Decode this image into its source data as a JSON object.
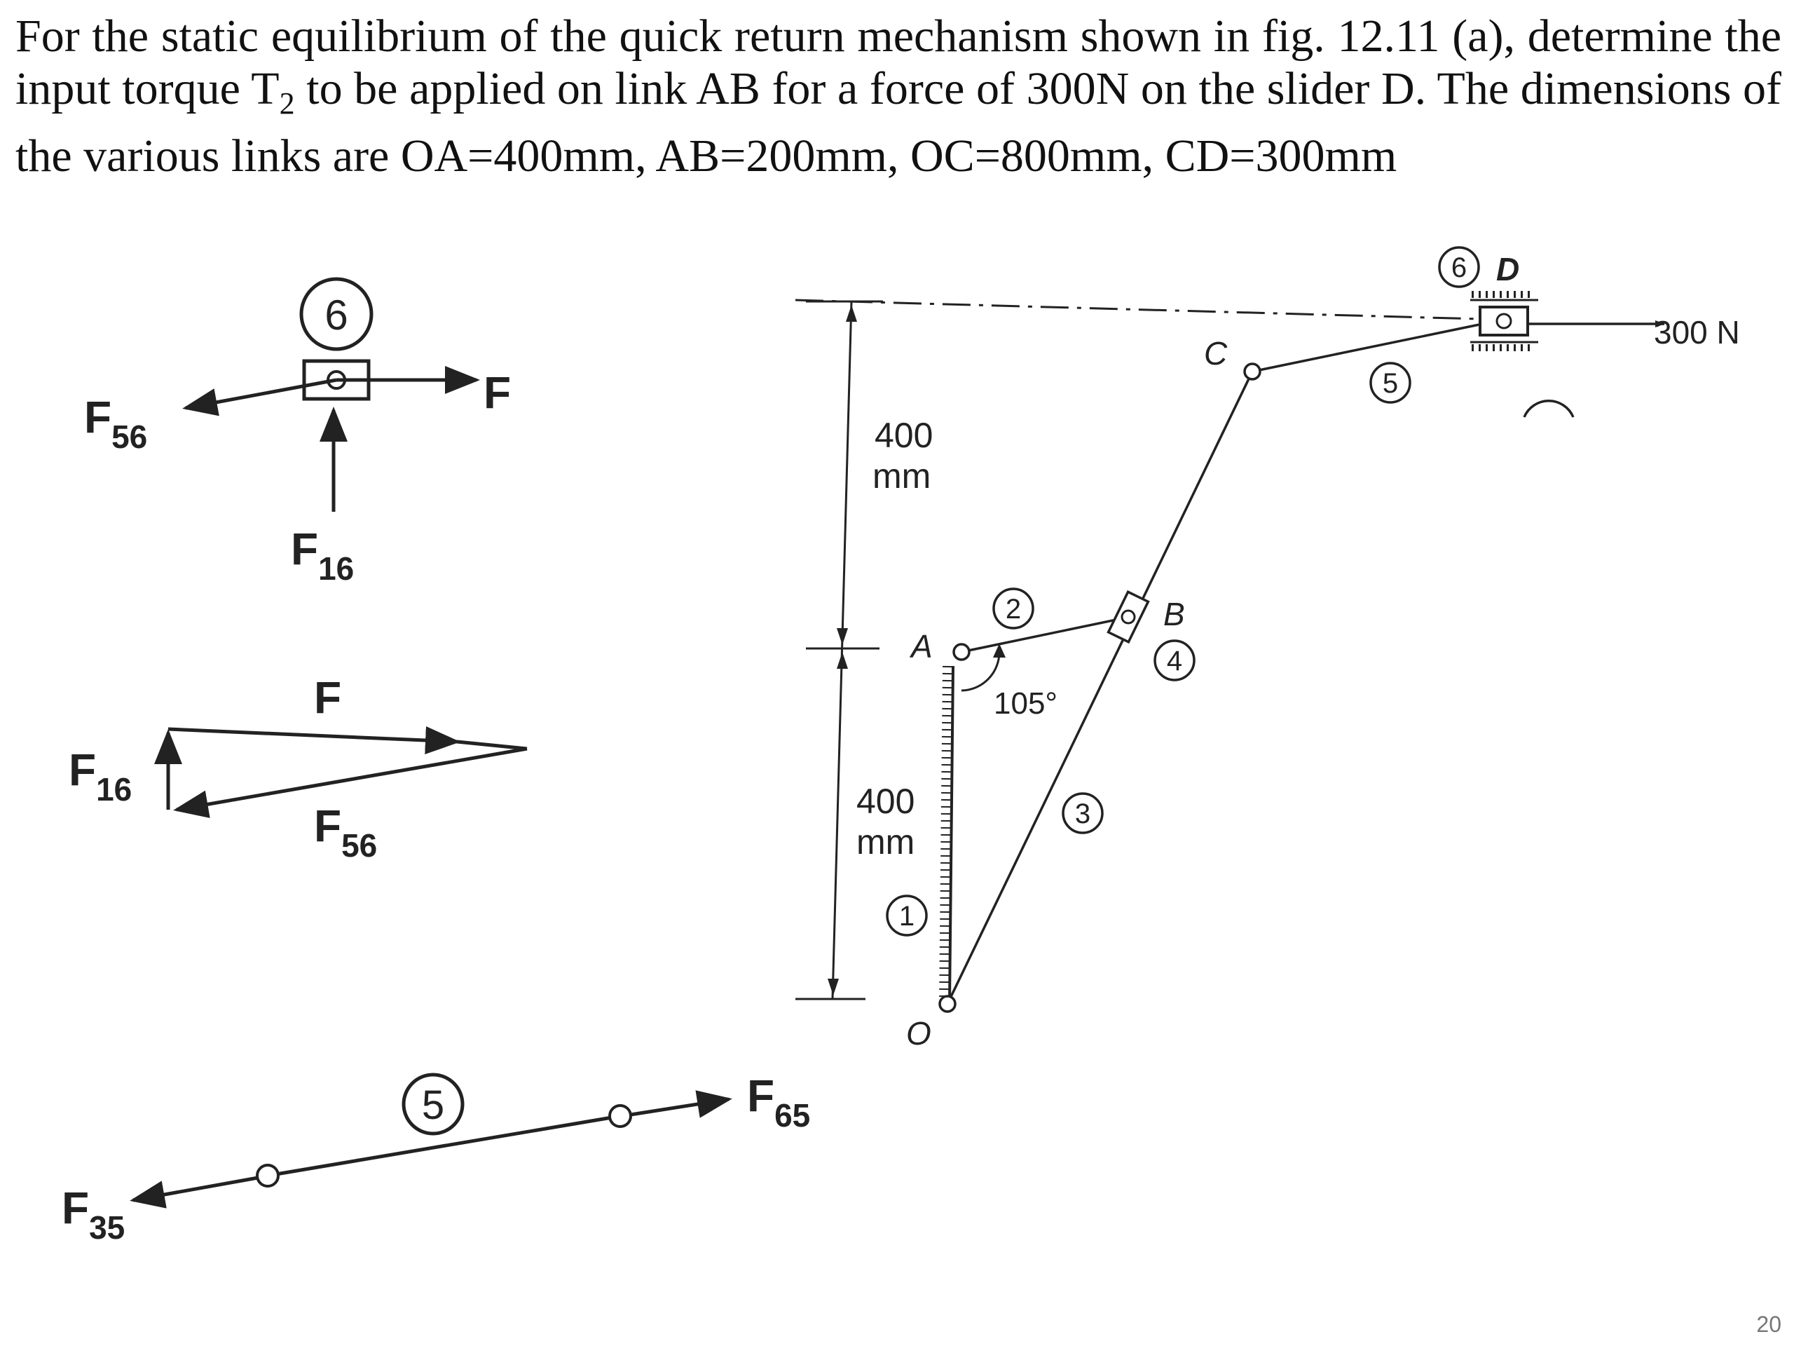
{
  "problem": {
    "line1": "For the static equilibrium of the quick return mechanism shown in fig. 12.11 (a), determine the",
    "line2_pre": "input torque T",
    "line2_sub": "2",
    "line2_post": " to be applied on link AB for a force of 300N on the slider D.  The dimensions of",
    "line3": "the various links are OA=400mm, AB=200mm, OC=800mm, CD=300mm"
  },
  "fbd_slider": {
    "link_number": "6",
    "f56": "F",
    "f56_sub": "56",
    "f": "F",
    "f16": "F",
    "f16_sub": "16"
  },
  "force_triangle": {
    "f": "F",
    "f16": "F",
    "f16_sub": "16",
    "f56": "F",
    "f56_sub": "56"
  },
  "fbd_link5": {
    "link_number": "5",
    "f65": "F",
    "f65_sub": "65",
    "f35": "F",
    "f35_sub": "35"
  },
  "mechanism": {
    "dim_upper_value": "400",
    "dim_upper_unit": "mm",
    "dim_lower_value": "400",
    "dim_lower_unit": "mm",
    "point_a": "A",
    "point_b": "B",
    "point_c": "C",
    "point_d": "D",
    "point_o": "O",
    "angle": "105°",
    "load": "300 N",
    "link_1": "1",
    "link_2": "2",
    "link_3": "3",
    "link_4": "4",
    "link_5": "5",
    "link_6": "6"
  },
  "page_number": "20"
}
